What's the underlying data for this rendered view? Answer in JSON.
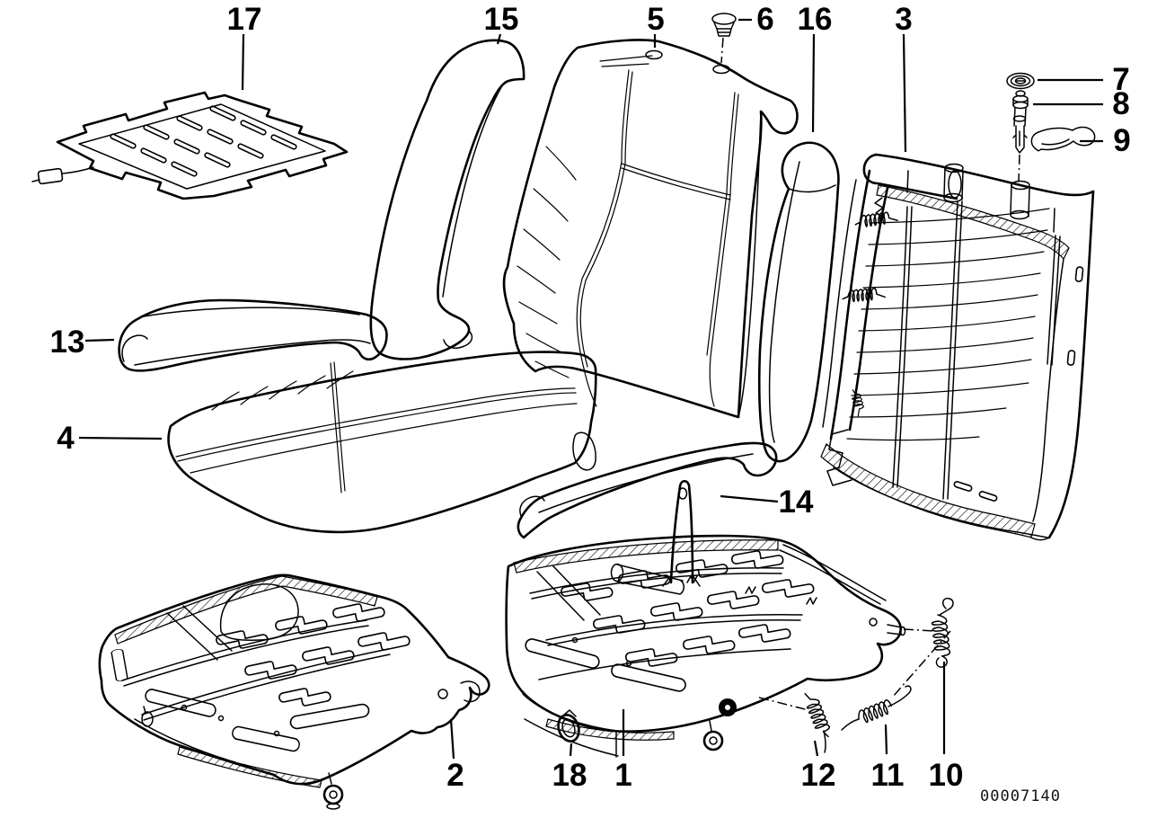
{
  "colors": {
    "background": "#ffffff",
    "line": "#000000"
  },
  "drawing_number": "00007140",
  "callouts": [
    {
      "label": "17"
    },
    {
      "label": "15"
    },
    {
      "label": "5"
    },
    {
      "label": "6"
    },
    {
      "label": "16"
    },
    {
      "label": "3"
    },
    {
      "label": "7"
    },
    {
      "label": "8"
    },
    {
      "label": "9"
    },
    {
      "label": "13"
    },
    {
      "label": "4"
    },
    {
      "label": "14"
    },
    {
      "label": "2"
    },
    {
      "label": "18"
    },
    {
      "label": "1"
    },
    {
      "label": "12"
    },
    {
      "label": "11"
    },
    {
      "label": "10"
    }
  ]
}
